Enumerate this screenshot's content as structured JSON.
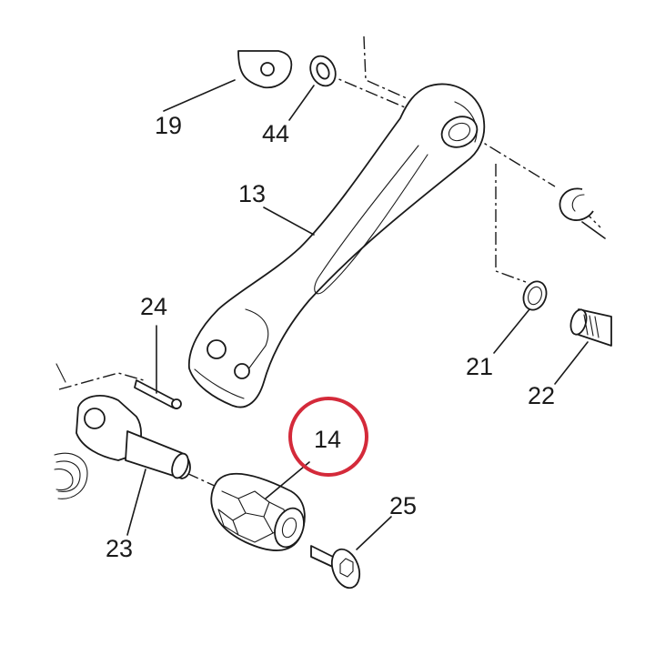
{
  "diagram": {
    "highlight_color": "#d42a3a",
    "line_color": "#1a1a1a",
    "labels": {
      "l19": "19",
      "l44": "44",
      "l13": "13",
      "l24": "24",
      "l21": "21",
      "l22": "22",
      "l14": "14",
      "l23": "23",
      "l25": "25"
    }
  }
}
